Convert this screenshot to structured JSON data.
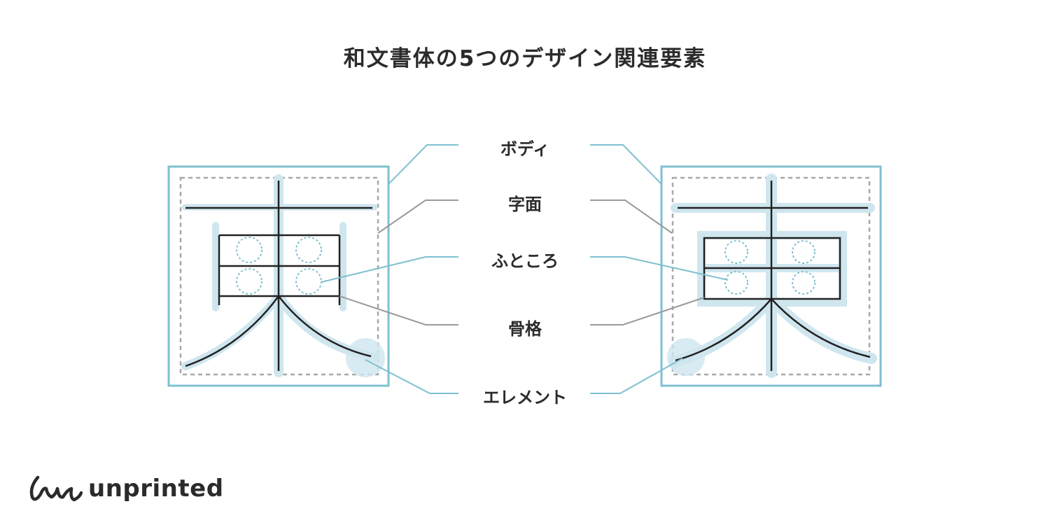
{
  "title": "和文書体の5つのデザイン関連要素",
  "labels": {
    "body": "ボディ",
    "face": "字面",
    "counter": "ふところ",
    "skeleton": "骨格",
    "element": "エレメント"
  },
  "glyph": "東",
  "brand": "unprinted",
  "colors": {
    "accent": "#7fc0cf",
    "glyph_fill": "#cfe6ef",
    "gray": "#9a9a9a",
    "stroke": "#222222"
  }
}
